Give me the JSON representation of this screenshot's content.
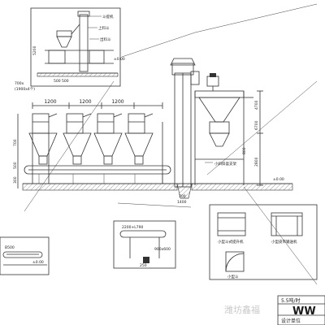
{
  "bays": {
    "spacing_labels": [
      "1200",
      "1200",
      "1200"
    ]
  },
  "inset_top": {
    "labels": {
      "a": "斗提机",
      "b": "上料斗",
      "c": "出料斗",
      "level": "±0.00",
      "dim_height": "5200",
      "dim_width": "500 500"
    }
  },
  "main": {
    "left_note_1": "700x",
    "left_note_2": "(1900x4个)",
    "floor_level": "±0.00",
    "bottom_dims": [
      "700",
      "1400"
    ],
    "right_dims": [
      "4700",
      "6700",
      "2800"
    ],
    "left_dims": [
      "700",
      "500",
      "300"
    ],
    "mixer_label": "小斜斜竖支架",
    "tower_dim": "800"
  },
  "detail_center": {
    "dim_top": "2200+L790",
    "dim_side": "900x600",
    "dim_low": "250"
  },
  "detail_left": {
    "label": "B500",
    "level": "±0.00"
  },
  "detail_right": {
    "label_a": "小型斗式提升机",
    "label_b": "小型皮带输送机",
    "label_c": "小型斗"
  },
  "title_block": {
    "title": "5.5吨/时",
    "company_watermark": "潍坊鑫福",
    "logo_text": "WW",
    "design_unit": "设计单位"
  }
}
